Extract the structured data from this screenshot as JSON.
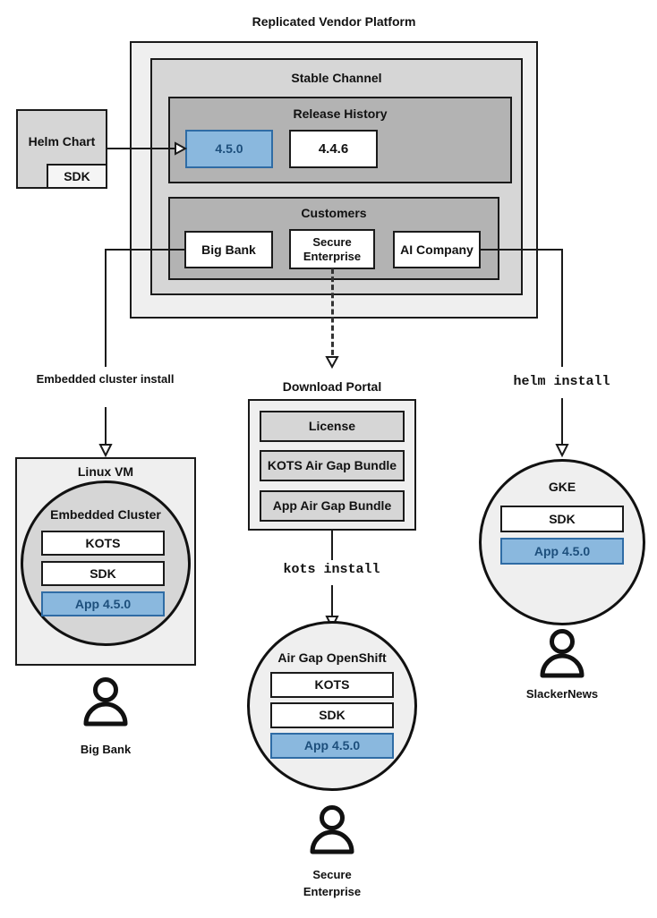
{
  "diagram": {
    "title": "Replicated Vendor Platform",
    "platform": {
      "stable_channel": {
        "label": "Stable Channel",
        "release_history": {
          "label": "Release History",
          "releases": [
            {
              "version": "4.5.0",
              "state": "current",
              "color": "#8ab8de"
            },
            {
              "version": "4.4.6",
              "state": "previous",
              "color": "#ffffff"
            }
          ]
        },
        "customers": {
          "label": "Customers",
          "items": [
            {
              "name": "Big Bank"
            },
            {
              "name": "Secure Enterprise"
            },
            {
              "name": "AI Company"
            }
          ]
        }
      }
    },
    "source": {
      "label": "Helm Chart",
      "sub_label": "SDK"
    },
    "install_paths": [
      {
        "id": "embedded",
        "label": "Embedded cluster install",
        "style": "text"
      },
      {
        "id": "kots",
        "label": "kots install",
        "style": "mono"
      },
      {
        "id": "helm",
        "label": "helm install",
        "style": "mono"
      }
    ],
    "download_portal": {
      "label": "Download Portal",
      "artifacts": [
        {
          "name": "License"
        },
        {
          "name": "KOTS Air Gap Bundle"
        },
        {
          "name": "App Air Gap Bundle"
        }
      ]
    },
    "targets": [
      {
        "id": "linux-vm",
        "host_label": "Linux VM",
        "cluster_label": "Embedded Cluster",
        "components": [
          {
            "name": "KOTS",
            "highlight": false
          },
          {
            "name": "SDK",
            "highlight": false
          },
          {
            "name": "App 4.5.0",
            "highlight": true
          }
        ],
        "customer": "Big Bank"
      },
      {
        "id": "airgap-openshift",
        "host_label": "Air Gap OpenShift",
        "components": [
          {
            "name": "KOTS",
            "highlight": false
          },
          {
            "name": "SDK",
            "highlight": false
          },
          {
            "name": "App 4.5.0",
            "highlight": true
          }
        ],
        "customer": "Secure Enterprise",
        "customer_line_1": "Secure",
        "customer_line_2": "Enterprise"
      },
      {
        "id": "gke",
        "host_label": "GKE",
        "components": [
          {
            "name": "SDK",
            "highlight": false
          },
          {
            "name": "App 4.5.0",
            "highlight": true
          }
        ],
        "customer": "SlackerNews"
      }
    ],
    "colors": {
      "highlight_fill": "#8ab8de",
      "highlight_border": "#2f6ca5",
      "highlight_text": "#1d4f7c",
      "outline": "#1a1a1a",
      "layer1": "#efefef",
      "layer2": "#d6d6d6",
      "layer3": "#b3b3b3"
    }
  }
}
